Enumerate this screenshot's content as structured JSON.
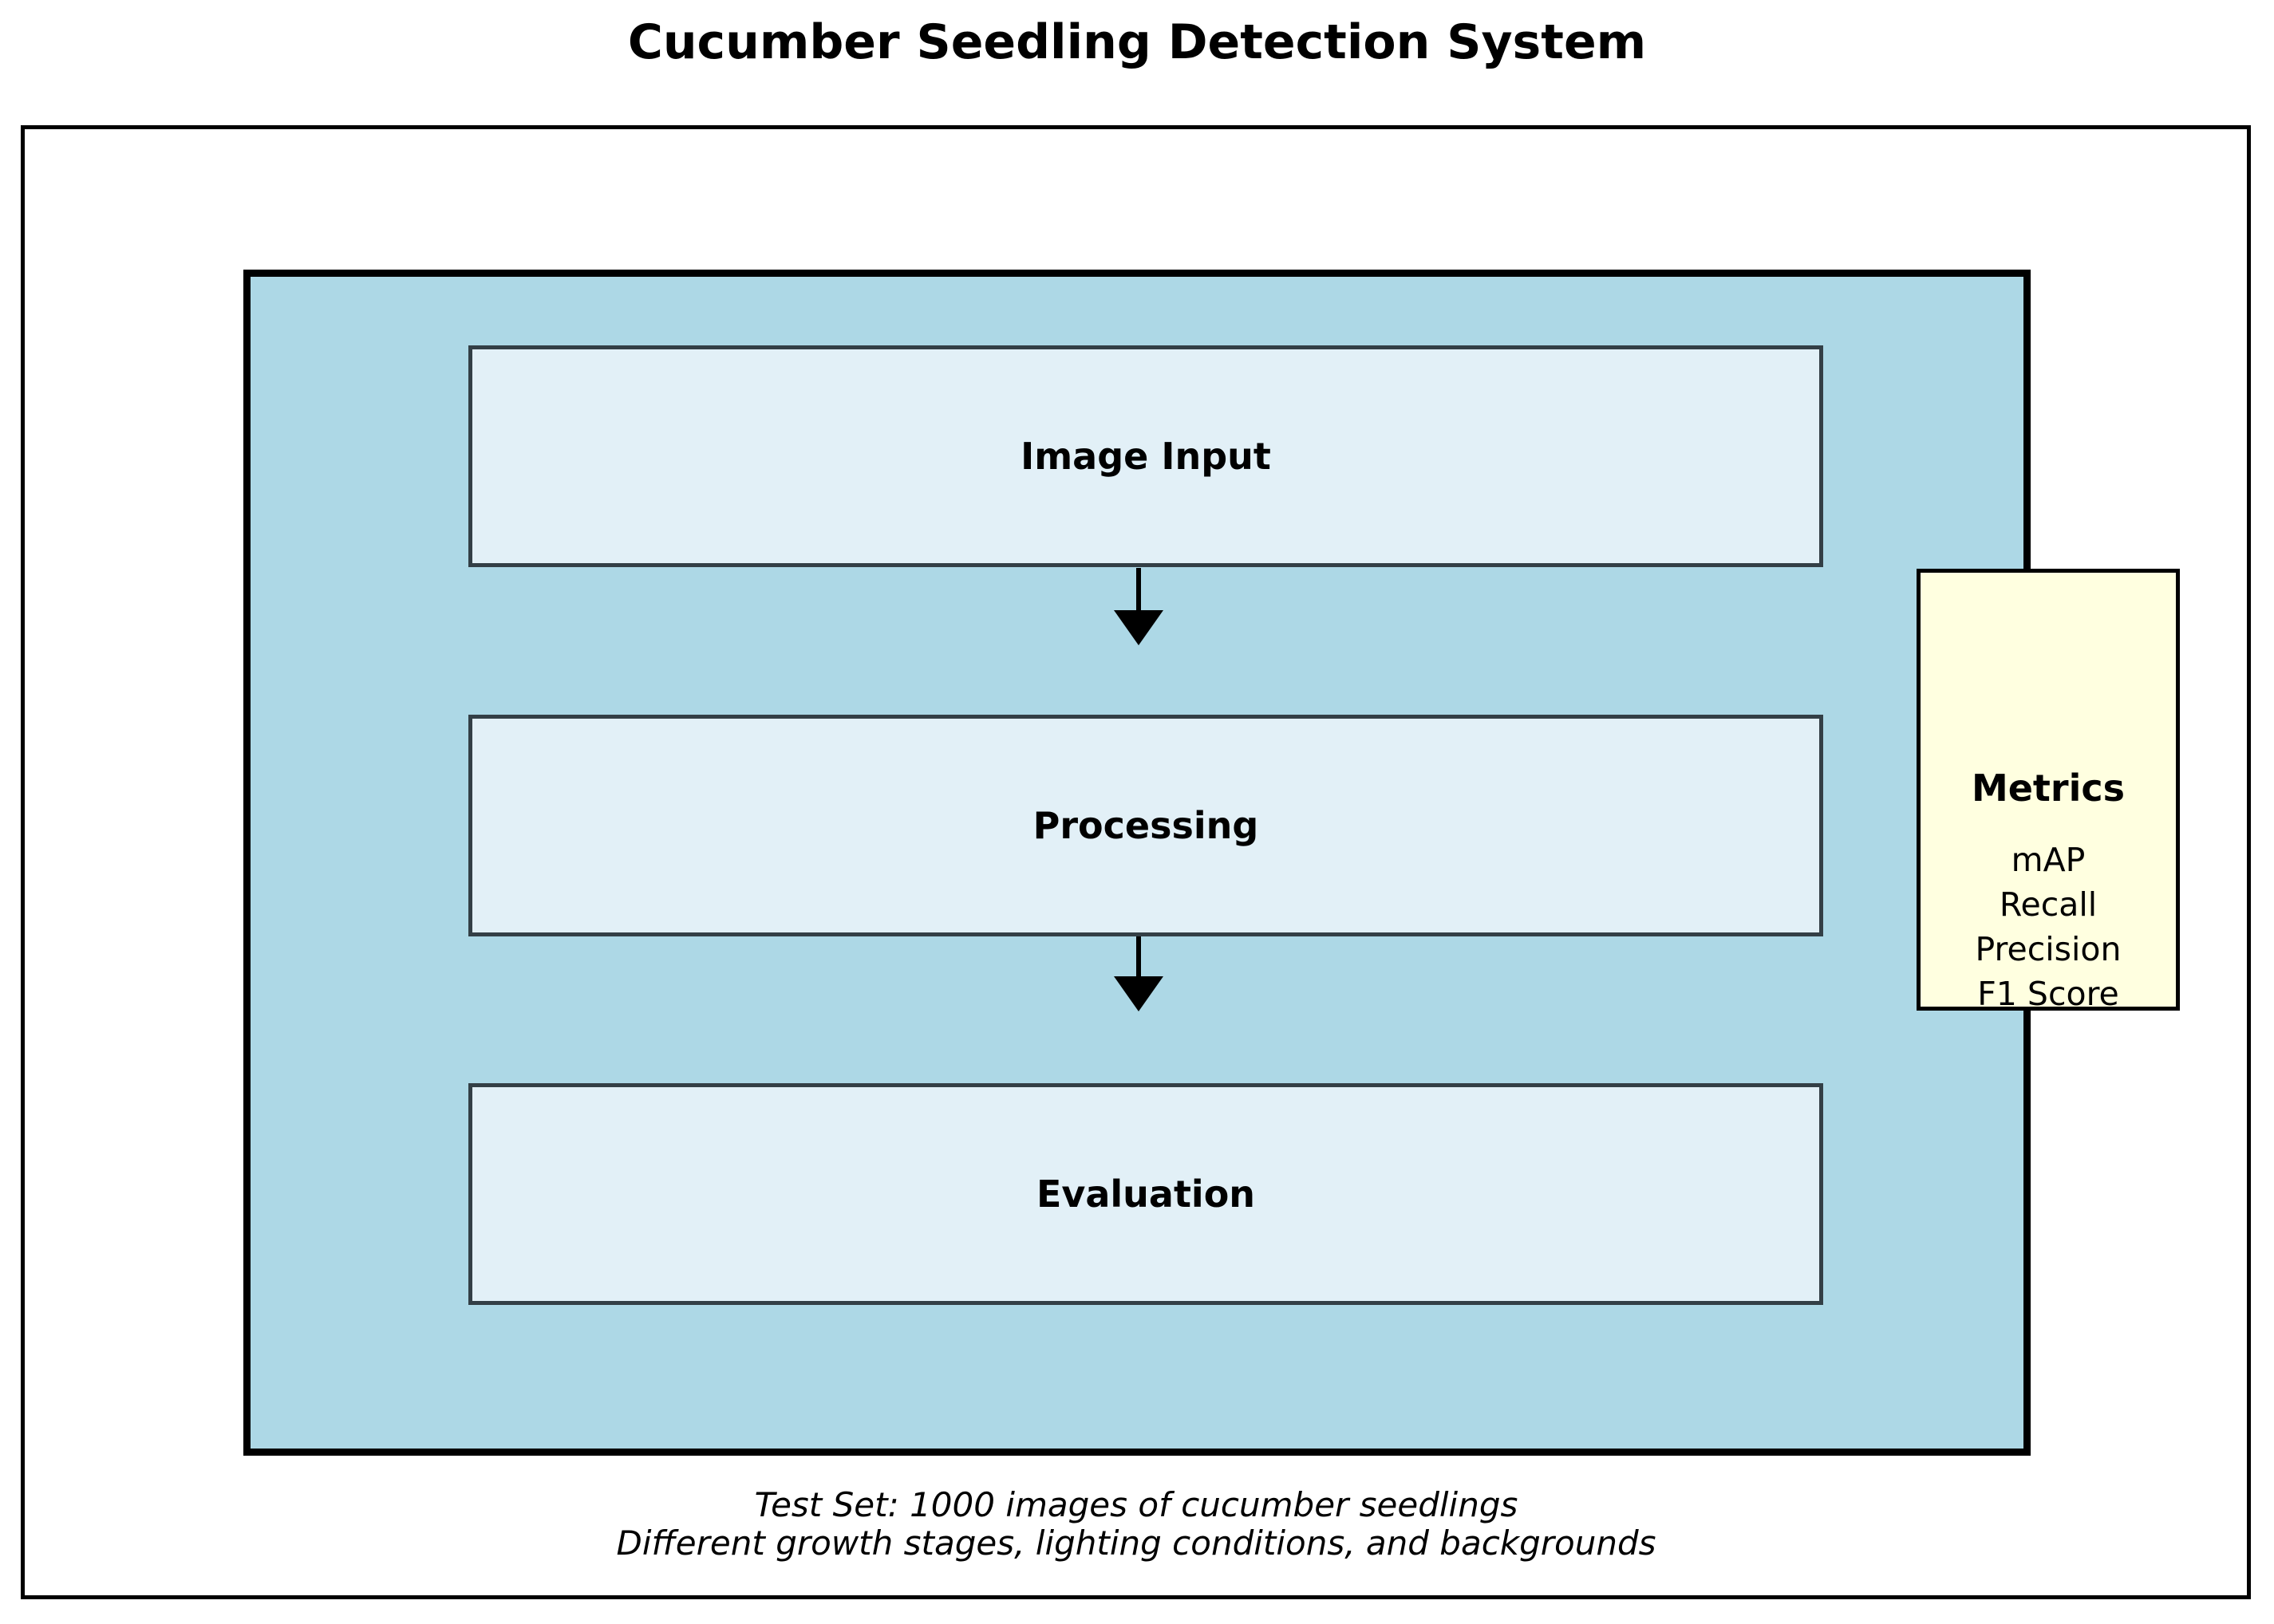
{
  "title": "Cucumber Seedling Detection System",
  "pipeline": {
    "stages": [
      {
        "label": "Image Input"
      },
      {
        "label": "Processing"
      },
      {
        "label": "Evaluation"
      }
    ]
  },
  "metrics": {
    "title": "Metrics",
    "items": [
      "mAP",
      "Recall",
      "Precision",
      "F1 Score"
    ]
  },
  "caption": {
    "line1": "Test Set: 1000 images of cucumber seedlings",
    "line2": "Different growth stages, lighting conditions, and backgrounds"
  },
  "colors": {
    "container_fill": "#ADD8E6",
    "stage_fill": "#E2F0F7",
    "stage_border": "#333F46",
    "metrics_fill": "#FFFFE0",
    "frame_border": "#000000",
    "text": "#000000"
  }
}
